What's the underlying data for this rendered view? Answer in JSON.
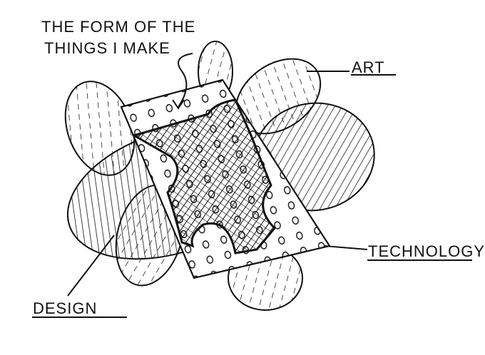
{
  "labels": {
    "title_line1": "THE FORM OF THE",
    "title_line2": "THINGS I MAKE",
    "art": "ART",
    "technology": "TECHNOLOGY",
    "design": "DESIGN"
  },
  "colors": {
    "ink": "#111111",
    "paper": "#ffffff"
  }
}
